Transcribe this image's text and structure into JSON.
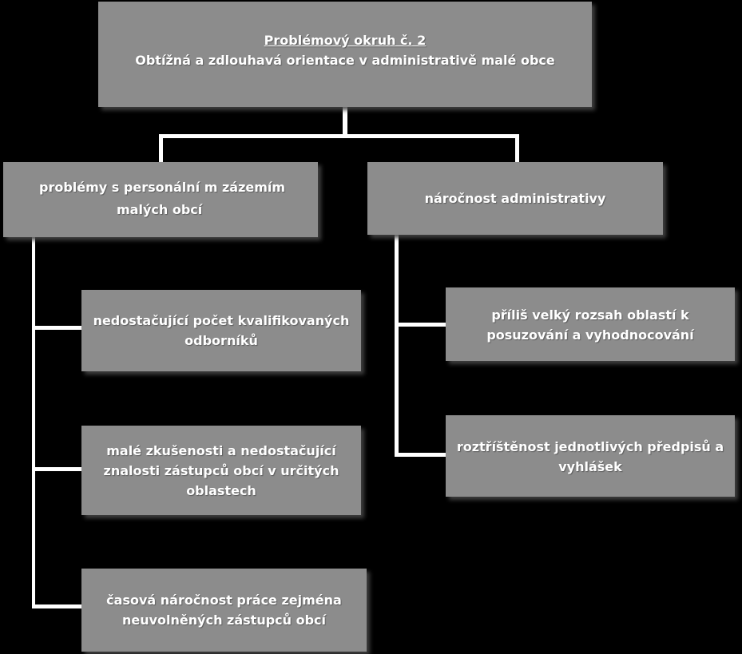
{
  "root": {
    "title": "Problémový okruh č. 2",
    "subtitle": "Obtížná a zdlouhavá orientace v administrativě malé obce"
  },
  "left": {
    "label_line1": "problémy s personální m zázemím",
    "label_line2": "malých obcí",
    "children": [
      "nedostačující počet kvalifikovaných odborníků",
      "malé zkušenosti a nedostačující znalosti  zástupců obcí v určitých oblastech",
      "časová náročnost práce zejména neuvolněných zástupců obcí"
    ]
  },
  "right": {
    "label": "náročnost administrativy",
    "children": [
      "příliš velký rozsah oblastí k posuzování a vyhodnocování",
      "roztříštěnost jednotlivých předpisů a vyhlášek"
    ]
  },
  "colors": {
    "box_fill": "#8c8c8c",
    "connector": "#ffffff",
    "background": "#000000",
    "text": "#ffffff"
  }
}
